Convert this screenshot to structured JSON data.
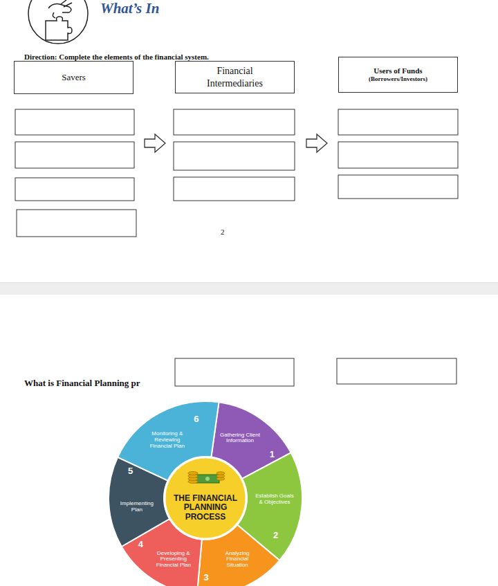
{
  "diagram": {
    "title": "What’s In",
    "nodes": [
      {
        "text": [
          "Savers"
        ]
      },
      {
        "text": [
          "Financial Intermediaries"
        ]
      },
      {
        "text": [
          "Users of Funds",
          "(Borrowers/Investors)"
        ]
      },
      {
        "text": [
          "Gathering Client Information",
          "1"
        ]
      },
      {
        "text": [
          "Establish Goals & Objectives",
          "2"
        ]
      },
      {
        "text": [
          "3",
          "Analyzing Financial Situation"
        ]
      },
      {
        "text": [
          "4",
          "Developing & Presenting Financial Plan"
        ]
      },
      {
        "text": [
          "5",
          "Implementing Plan"
        ]
      },
      {
        "text": [
          "Monitoring & Reviewing Financial Plan",
          "6"
        ]
      },
      {
        "text": [
          "THE FINANCIAL PLANNING PROCESS"
        ]
      }
    ],
    "labels": [
      "Direction: Complete the elements of the financial system.",
      "2",
      "What is Financial Planning pr"
    ]
  }
}
